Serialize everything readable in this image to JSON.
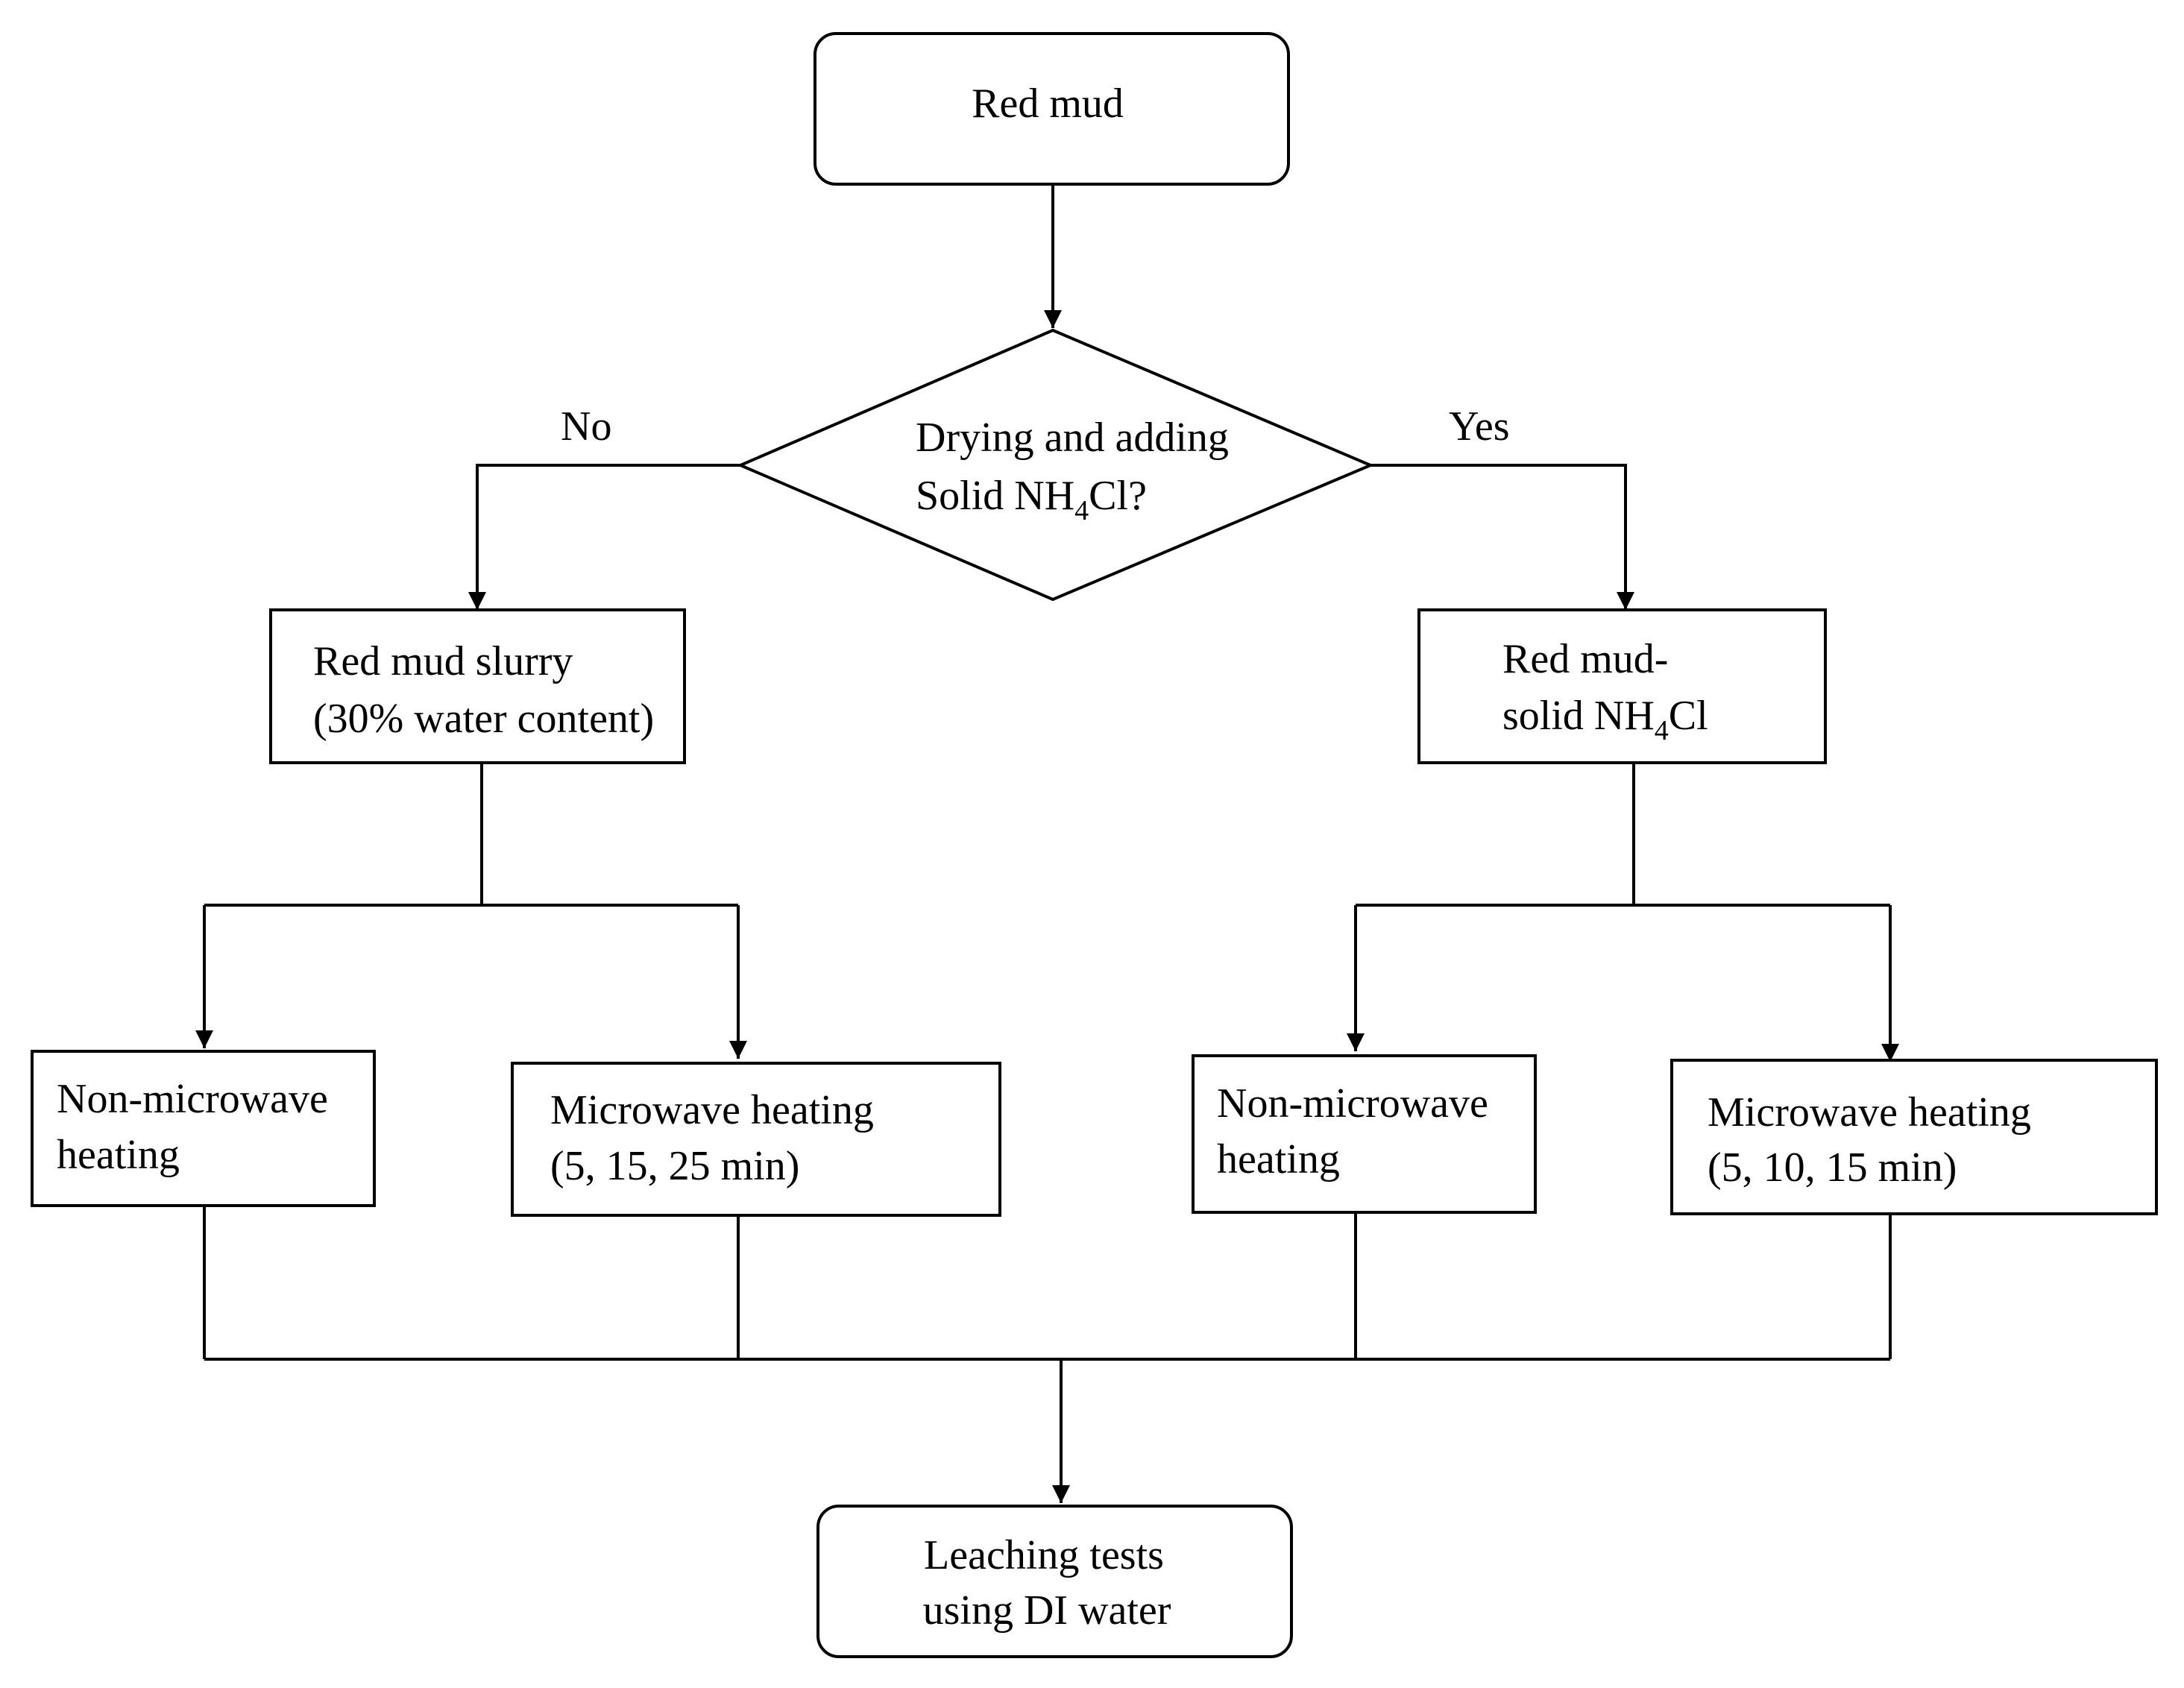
{
  "nodes": {
    "start": {
      "text": "Red mud"
    },
    "decision": {
      "line1": "Drying and adding",
      "line2_pre": "Solid NH",
      "line2_sub": "4",
      "line2_post": "Cl?"
    },
    "slurry": {
      "line1": "Red mud slurry",
      "line2": "(30% water content)"
    },
    "solid": {
      "line1": "Red mud-",
      "line2_pre": "solid NH",
      "line2_sub": "4",
      "line2_post": "Cl"
    },
    "left_nonmw": {
      "line1": "Non-microwave",
      "line2": "heating"
    },
    "left_mw": {
      "line1": "Microwave heating",
      "line2": "(5, 15, 25 min)"
    },
    "right_nonmw": {
      "line1": "Non-microwave",
      "line2": "heating"
    },
    "right_mw": {
      "line1": "Microwave heating",
      "line2": "(5, 10, 15 min)"
    },
    "end": {
      "line1": "Leaching tests",
      "line2": "using DI water"
    }
  },
  "branches": {
    "no": "No",
    "yes": "Yes"
  }
}
